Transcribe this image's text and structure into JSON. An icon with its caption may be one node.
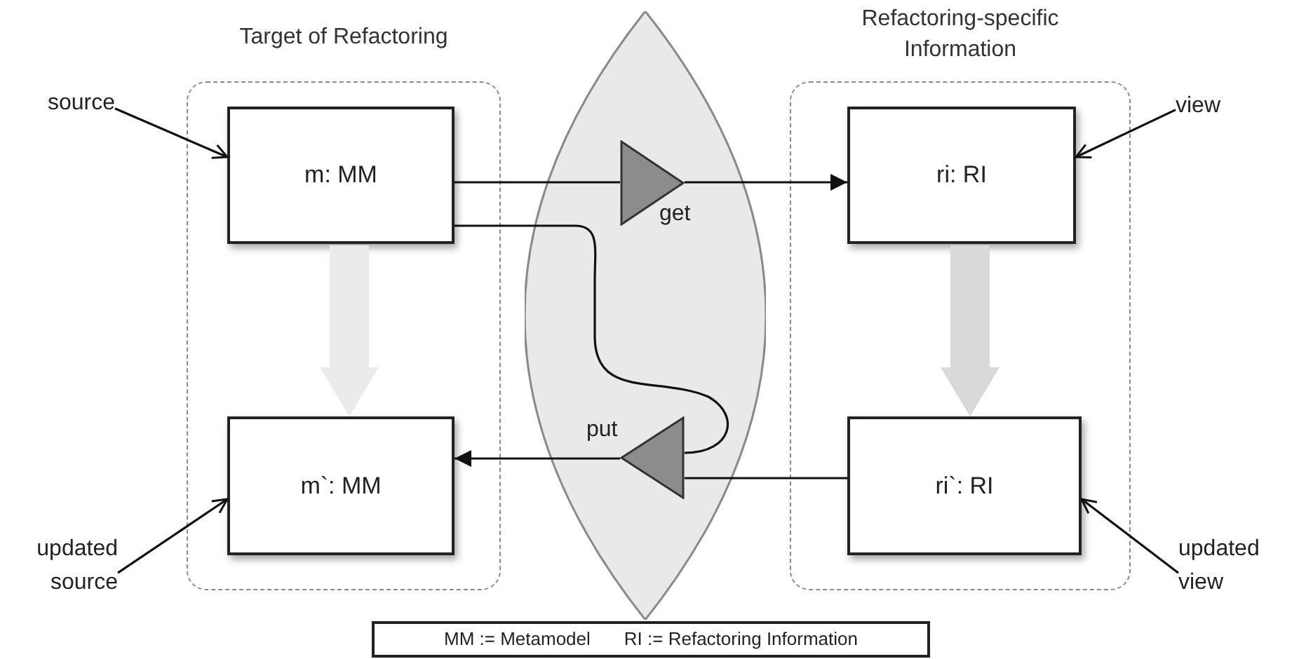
{
  "diagram": {
    "nodes": [
      {
        "text": [
          "Target of Refactoring"
        ]
      },
      {
        "text": [
          "m: MM"
        ],
        "in": 0
      },
      {
        "text": [
          "m`: MM"
        ],
        "in": 0
      },
      {
        "text": [
          "Refactoring-specific Information"
        ]
      },
      {
        "text": [
          "ri: RI"
        ],
        "in": 3
      },
      {
        "text": [
          "ri`: RI"
        ],
        "in": 3
      },
      {
        "text": [],
        "shape": "lens"
      },
      {
        "text": [],
        "shape": "triangle",
        "in": 6,
        "beside": [
          "get"
        ]
      },
      {
        "text": [],
        "shape": "triangle",
        "in": 6,
        "beside": [
          "put"
        ]
      },
      {
        "text": [
          "source"
        ]
      },
      {
        "text": [
          "updated source"
        ]
      },
      {
        "text": [
          "view"
        ]
      },
      {
        "text": [
          "updated view"
        ]
      }
    ],
    "edges": [
      {
        "from": 1,
        "to": 7,
        "arrow": "none"
      },
      {
        "from": 7,
        "to": 4,
        "arrow": "to"
      },
      {
        "from": 1,
        "to": 8,
        "arrow": "none"
      },
      {
        "from": 5,
        "to": 8,
        "arrow": "none"
      },
      {
        "from": 8,
        "to": 2,
        "arrow": "to"
      },
      {
        "from": 1,
        "to": 2,
        "arrow": "to",
        "style": "thick",
        "color": "#ebebeb"
      },
      {
        "from": 4,
        "to": 5,
        "arrow": "to",
        "style": "thick",
        "color": "#d9d9d9"
      },
      {
        "from": 9,
        "to": 1,
        "arrow": "to"
      },
      {
        "from": 10,
        "to": 2,
        "arrow": "to"
      },
      {
        "from": 11,
        "to": 4,
        "arrow": "to"
      },
      {
        "from": 12,
        "to": 5,
        "arrow": "to"
      }
    ],
    "labels": [
      "MM := Metamodel",
      "RI := Refactoring Information"
    ]
  }
}
